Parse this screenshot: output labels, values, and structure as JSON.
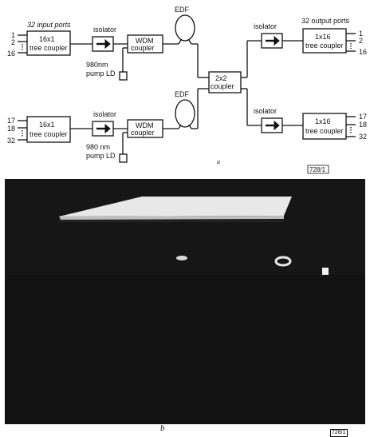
{
  "diagram": {
    "input_ports_label": "32 input ports",
    "output_ports_label": "32 output ports",
    "input_port_numbers_top": [
      "1",
      "2",
      "16"
    ],
    "input_port_numbers_bottom": [
      "17",
      "18",
      "32"
    ],
    "output_port_numbers_top": [
      "1",
      "2",
      "16"
    ],
    "output_port_numbers_bottom": [
      "17",
      "18",
      "32"
    ],
    "tree_coupler_in": {
      "line1": "16x1",
      "line2": "tree coupler"
    },
    "tree_coupler_out": {
      "line1": "1x16",
      "line2": "tree coupler"
    },
    "isolator_label": "isolator",
    "wdm_coupler": {
      "line1": "WDM",
      "line2": "coupler"
    },
    "edf_label": "EDF",
    "pump": {
      "line1": "980nm",
      "line2": "pump LD"
    },
    "pump_bottom": {
      "line1": "980 nm",
      "line2": "pump LD"
    },
    "center_coupler": {
      "line1": "2x2",
      "line2": "coupler"
    },
    "sublabel": "a",
    "figure_code": "728/1"
  },
  "photo": {
    "sublabel": "b",
    "figure_code": "728/1"
  }
}
